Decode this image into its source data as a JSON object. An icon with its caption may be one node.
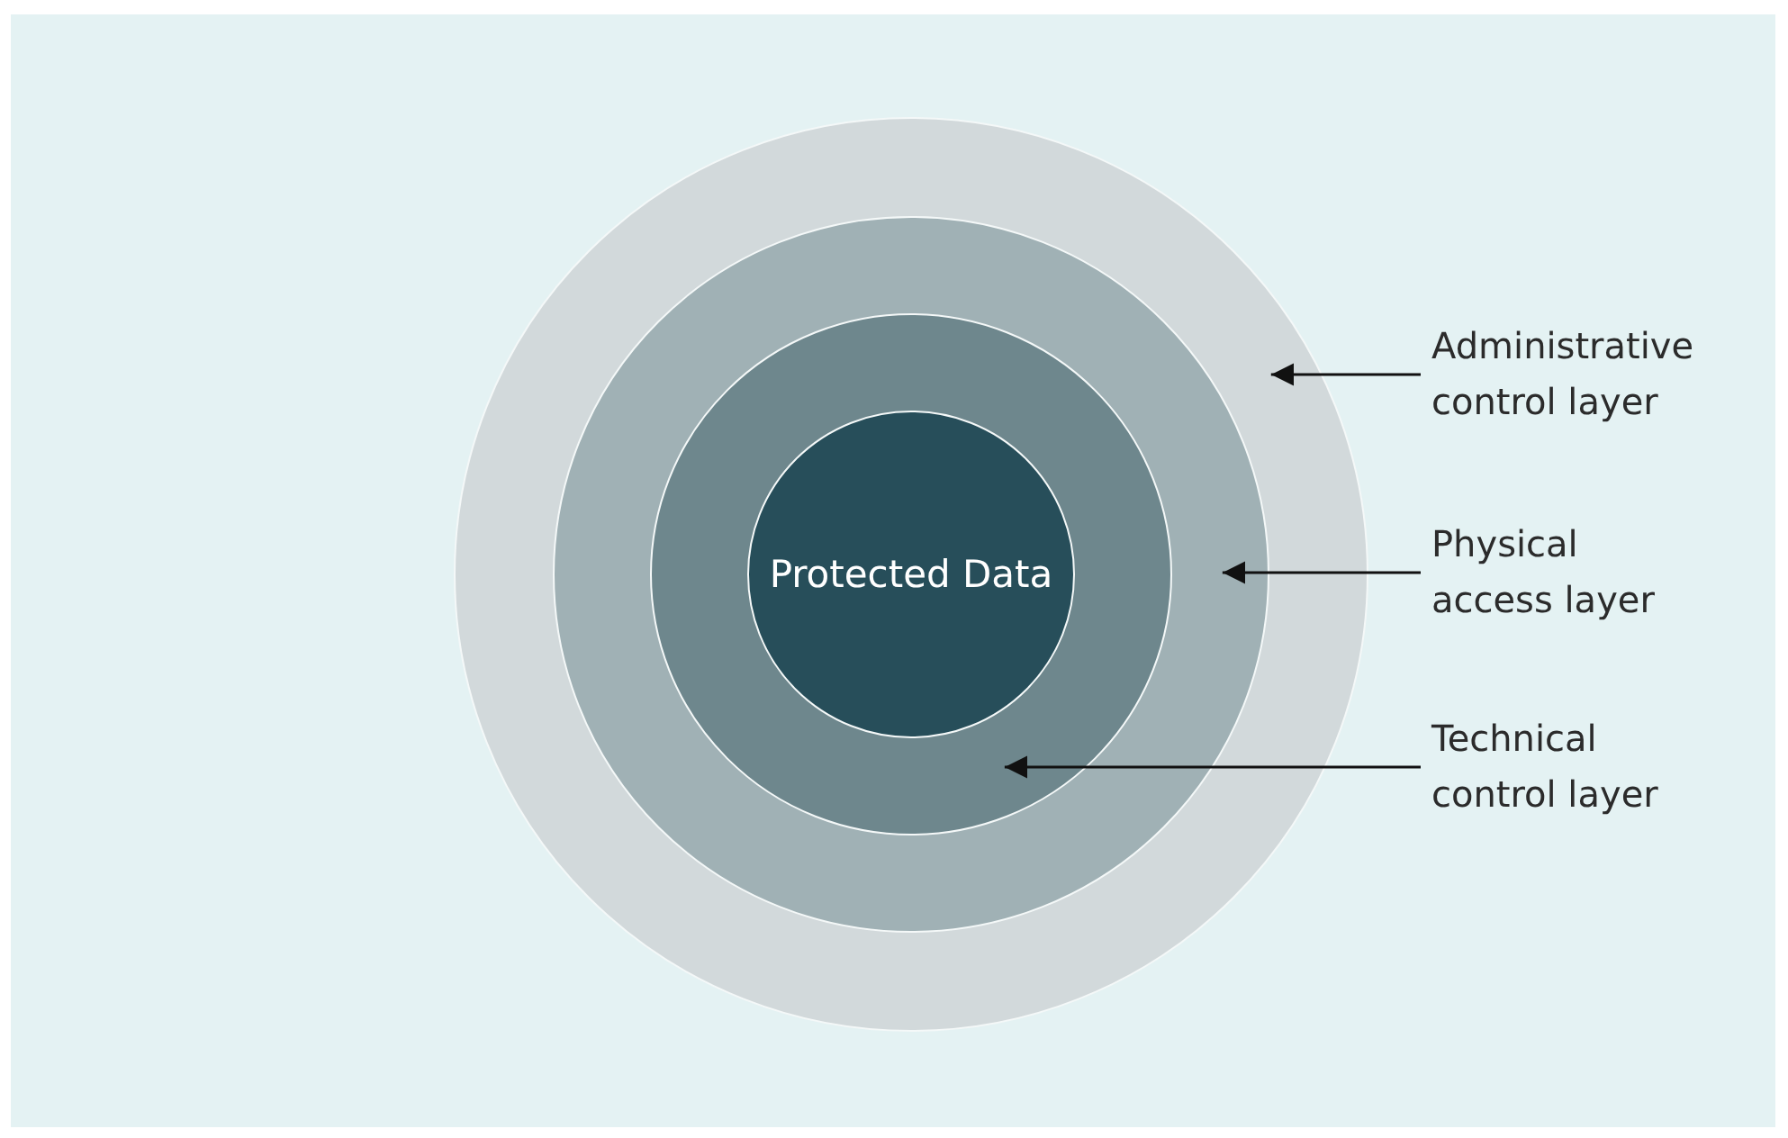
{
  "diagram": {
    "nodes": [
      {
        "text": [],
        "shape": "circle"
      },
      {
        "text": [],
        "shape": "circle",
        "in": 0
      },
      {
        "text": [],
        "shape": "circle",
        "in": 1
      },
      {
        "text": [
          "Protected Data"
        ],
        "in": 2
      },
      {
        "text": [
          "Administrative control layer"
        ]
      },
      {
        "text": [
          "Physical access layer"
        ]
      },
      {
        "text": [
          "Technical control layer"
        ]
      }
    ],
    "edges": [
      {
        "from": 4,
        "to": 0,
        "arrow": "to"
      },
      {
        "from": 5,
        "to": 1,
        "arrow": "to"
      },
      {
        "from": 6,
        "to": 2,
        "arrow": "to"
      }
    ]
  }
}
